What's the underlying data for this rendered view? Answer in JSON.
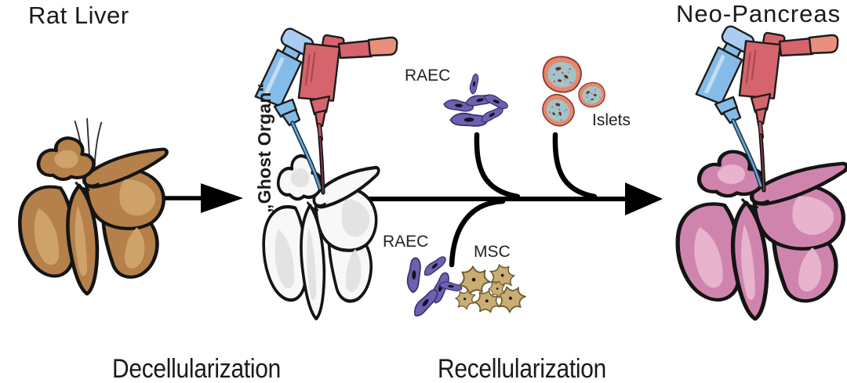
{
  "figure": {
    "titles": {
      "left": "Rat Liver",
      "right": "Neo-Pancreas"
    },
    "ghost_organ_label": "„Ghost Organ“",
    "process_steps": {
      "step1": "Decellularization",
      "step2": "Recellularization"
    },
    "cell_labels": {
      "raec_top": "RAEC",
      "islets": "Islets",
      "raec_bottom": "RAEC",
      "msc": "MSC"
    },
    "illustrations": {
      "left_organ": "rat-liver-illustration",
      "middle_organ": "decellularized-ghost-organ-illustration",
      "right_organ": "recellularized-neo-pancreas-illustration",
      "cannulas": "blue-and-red-perfusion-cannula-icons",
      "cell_groups": "raec-cells, islet-clusters, msc-cells",
      "arrows": "left-to-right process arrows with cell infusion branches"
    },
    "colors": {
      "rat_liver_fill": "#b5804a",
      "rat_liver_highlight": "#cfa26b",
      "ghost_fill": "#f8f8f8",
      "ghost_shading": "#e3e3e3",
      "neo_fill": "#cf84ad",
      "neo_highlight": "#e7b3cd",
      "cannula_blue": "#85bbe8",
      "cannula_blue_light": "#a9cdf1",
      "cannula_red": "#d5646c",
      "cannula_red_tip": "#e8907c",
      "raec_cell": "#6b61b0",
      "msc_cell": "#c9ad72",
      "islet_rim": "#e8876f",
      "islet_core": "#9fc4c9",
      "arrow": "#000000",
      "text": "#1a1a1a"
    }
  }
}
